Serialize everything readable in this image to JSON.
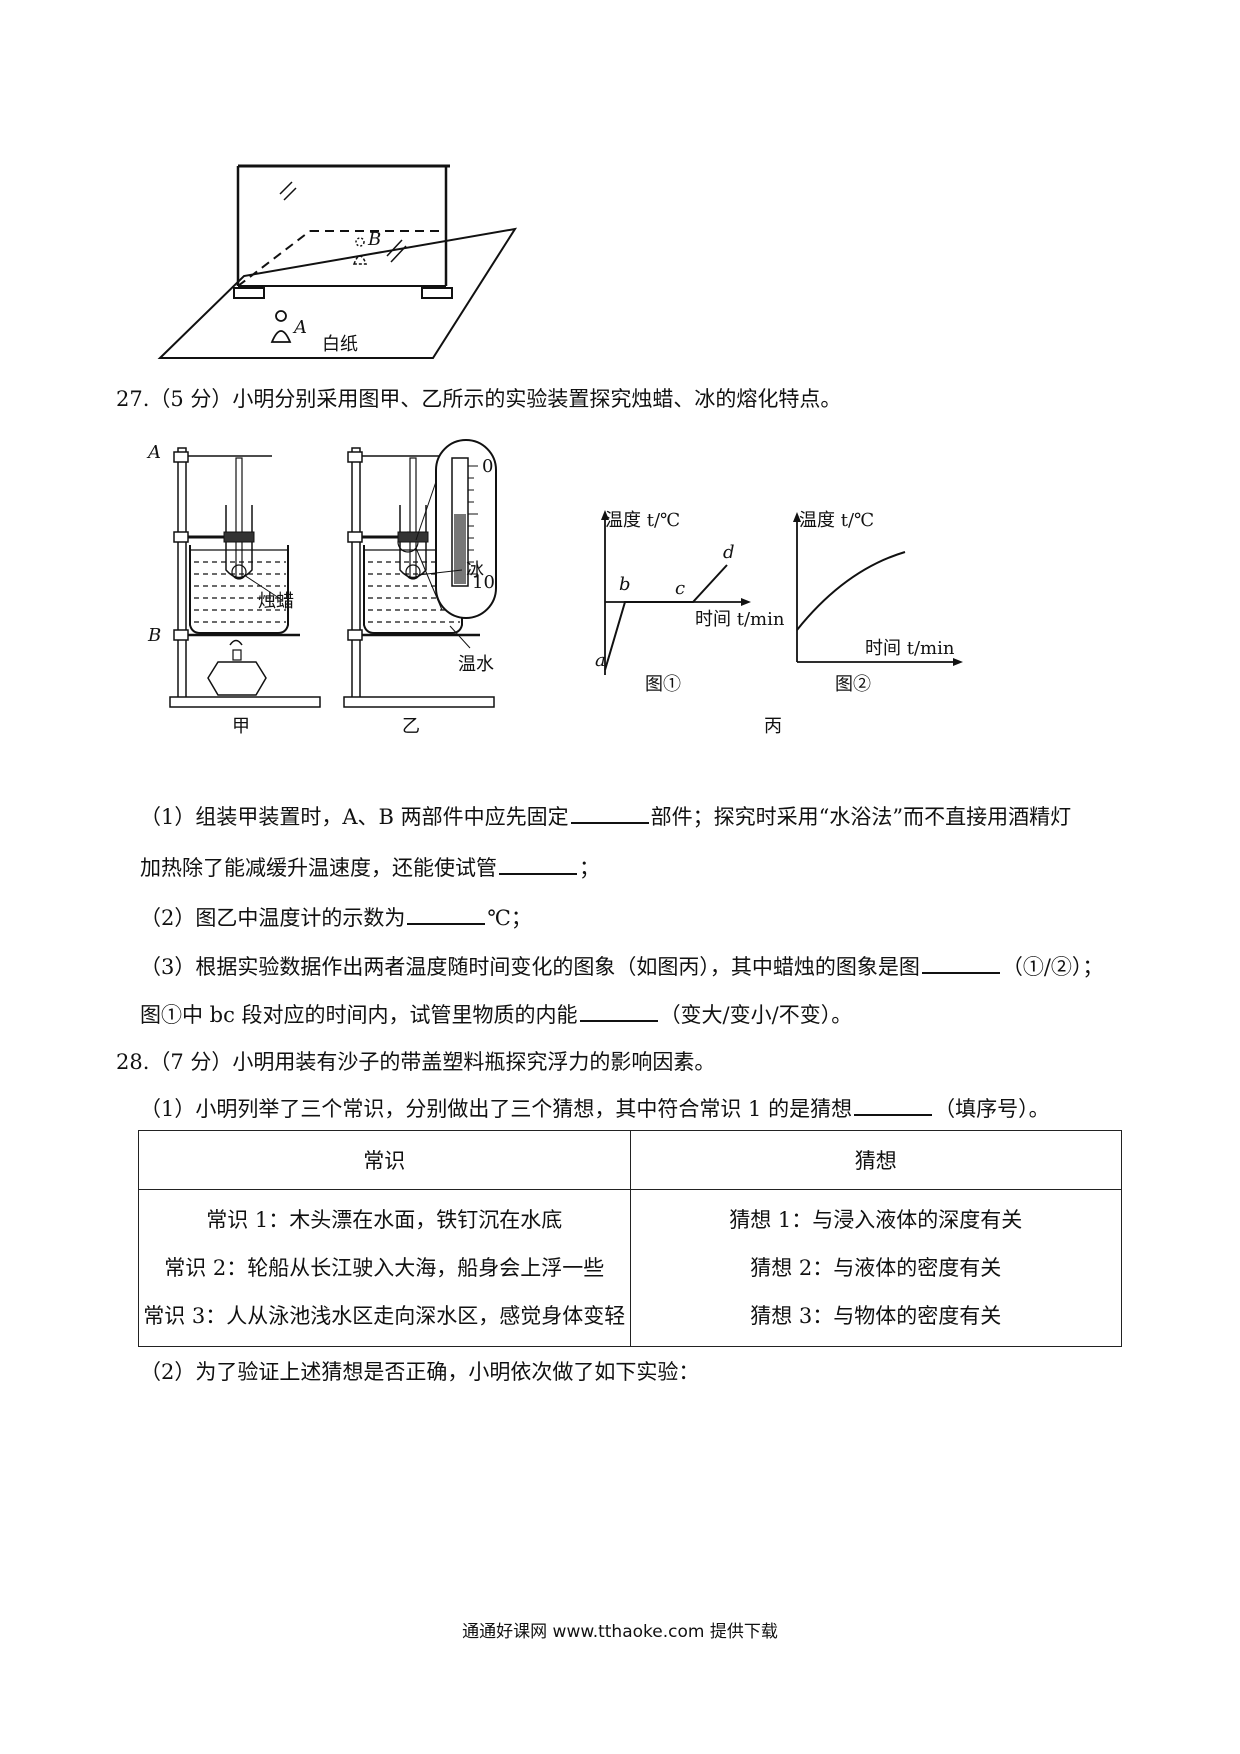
{
  "figure_mirror": {
    "label_b": "B",
    "label_a": "A",
    "label_paper": "白纸"
  },
  "q27": {
    "heading": "27.（5 分）小明分别采用图甲、乙所示的实验装置探究烛蜡、冰的熔化特点。",
    "apparatus": {
      "label_a": "A",
      "label_b": "B",
      "candle_label": "烛蜡",
      "ice_label": "冰",
      "warm_water_label": "温水",
      "caption_jia": "甲",
      "caption_yi": "乙",
      "caption_bing": "丙",
      "thermo_tick_top": "0",
      "thermo_tick_bottom": "10"
    },
    "graph1": {
      "ylabel": "温度 t/℃",
      "xlabel": "时间 t/min",
      "caption": "图①",
      "point_labels": [
        "a",
        "b",
        "c",
        "d"
      ]
    },
    "graph2": {
      "ylabel": "温度 t/℃",
      "xlabel": "时间 t/min",
      "caption": "图②"
    },
    "p1_line1_a": "（1）组装甲装置时，A、B 两部件中应先固定",
    "p1_line1_b": "部件；探究时采用“水浴法”而不直接用酒精灯",
    "p1_line2_a": "加热除了能减缓升温速度，还能使试管",
    "p1_line2_b": "；",
    "p2_a": "（2）图乙中温度计的示数为",
    "p2_b": "℃；",
    "p3_line1_a": "（3）根据实验数据作出两者温度随时间变化的图象（如图丙），其中蜡烛的图象是图",
    "p3_line1_b": "（①/②）；",
    "p3_line2_a": "图①中 bc 段对应的时间内，试管里物质的内能",
    "p3_line2_b": "（变大/变小/不变）。"
  },
  "q28": {
    "heading": "28.（7 分）小明用装有沙子的带盖塑料瓶探究浮力的影响因素。",
    "p1_a": "（1）小明列举了三个常识，分别做出了三个猜想，其中符合常识 1 的是猜想",
    "p1_b": "（填序号）。",
    "table": {
      "header_left": "常识",
      "header_right": "猜想",
      "common": [
        "常识 1：木头漂在水面，铁钉沉在水底",
        "常识 2：轮船从长江驶入大海，船身会上浮一些",
        "常识 3：人从泳池浅水区走向深水区，感觉身体变轻"
      ],
      "guess": [
        "猜想 1：与浸入液体的深度有关",
        "猜想 2：与液体的密度有关",
        "猜想 3：与物体的密度有关"
      ]
    },
    "p2": "（2）为了验证上述猜想是否正确，小明依次做了如下实验："
  },
  "footer": "通通好课网 www.tthaoke.com 提供下载"
}
